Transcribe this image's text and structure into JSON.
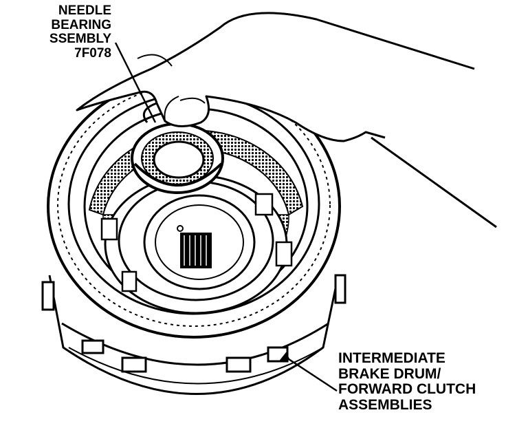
{
  "callouts": {
    "needle_bearing": {
      "lines": [
        "NEEDLE",
        "BEARING",
        "SSEMBLY",
        "7F078"
      ]
    },
    "brake_drum": {
      "lines": [
        "INTERMEDIATE",
        "BRAKE DRUM/",
        "FORWARD CLUTCH",
        "ASSEMBLIES"
      ]
    }
  },
  "colors": {
    "ink": "#000000",
    "paper": "#ffffff"
  }
}
